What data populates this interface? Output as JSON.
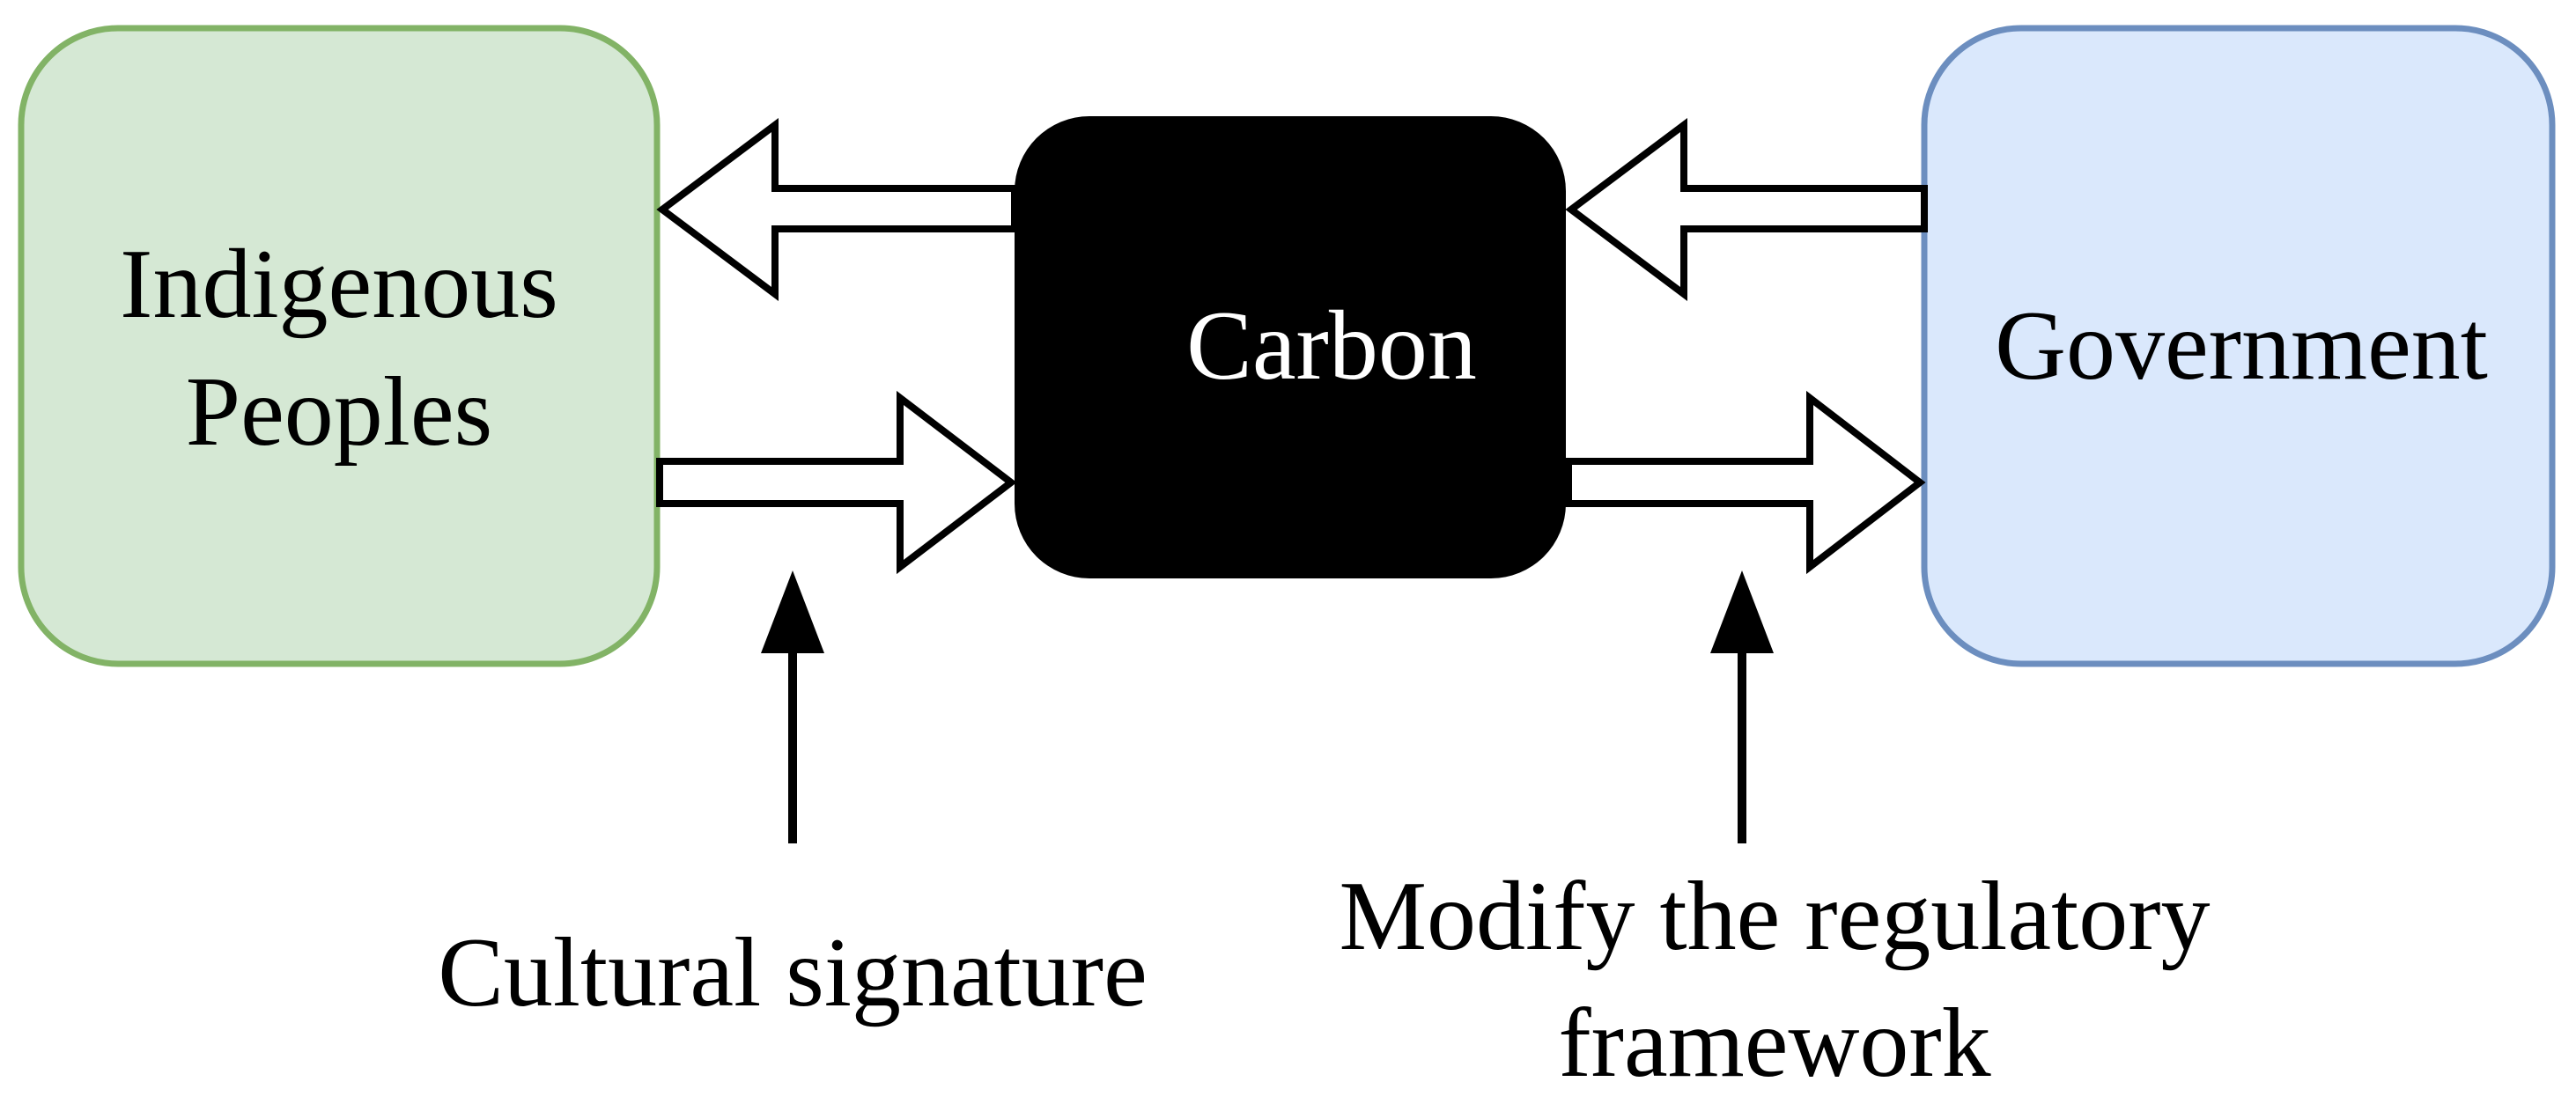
{
  "nodes": {
    "indigenous": {
      "line1": "Indigenous",
      "line2": "Peoples",
      "fill": "#d5e8d4",
      "stroke": "#82b366"
    },
    "carbon": {
      "label": "Carbon",
      "fill": "#000000",
      "text_color": "#ffffff"
    },
    "government": {
      "label": "Government",
      "fill": "#dae8fc",
      "stroke": "#6c8ebf"
    }
  },
  "annotations": {
    "cultural": {
      "label": "Cultural signature"
    },
    "regulatory": {
      "line1": "Modify the regulatory",
      "line2": "framework"
    }
  },
  "colors": {
    "text": "#000000",
    "arrow_fill": "#ffffff",
    "arrow_stroke": "#000000"
  }
}
